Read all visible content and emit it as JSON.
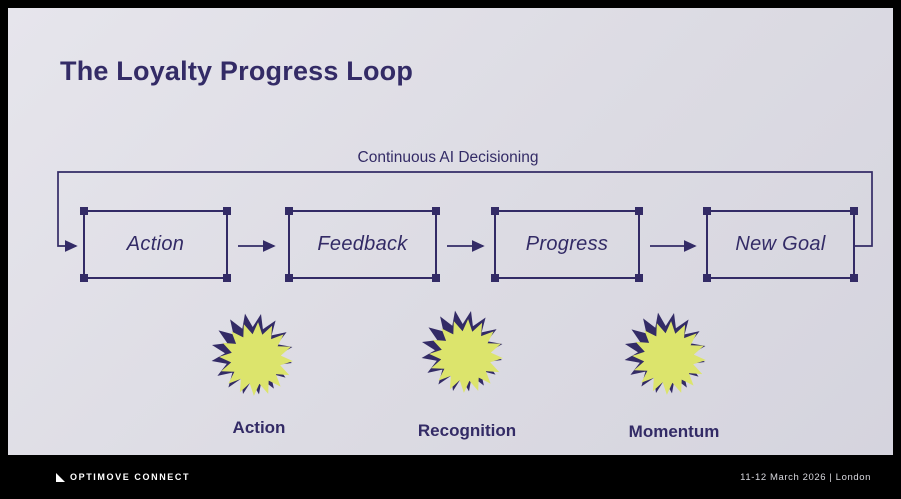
{
  "slide": {
    "title": "The Loyalty Progress Loop",
    "loop": {
      "label": "Continuous AI Decisioning",
      "boxes": [
        {
          "label": "Action"
        },
        {
          "label": "Feedback"
        },
        {
          "label": "Progress"
        },
        {
          "label": "New Goal"
        }
      ]
    },
    "stars": [
      {
        "label": "Action"
      },
      {
        "label": "Recognition"
      },
      {
        "label": "Momentum"
      }
    ],
    "footer": {
      "brand": "OPTIMOVE CONNECT",
      "event_info": "11-12 March 2026  |  London"
    },
    "colors": {
      "accent": "#332b66",
      "star_fill": "#dce46c",
      "slide_bg": "#dcdbe3"
    }
  }
}
